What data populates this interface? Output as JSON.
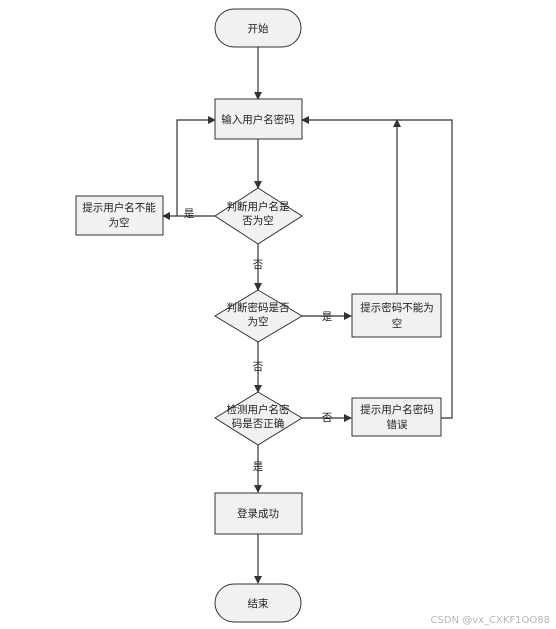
{
  "nodes": {
    "start": "开始",
    "input": "输入用户名密码",
    "check_username": [
      "判断用户名是",
      "否为空"
    ],
    "prompt_username_empty": [
      "提示用户名不能",
      "为空"
    ],
    "check_password": [
      "判断密码是否",
      "为空"
    ],
    "prompt_password_empty": [
      "提示密码不能为",
      "空"
    ],
    "verify": [
      "检测用户名密",
      "码是否正确"
    ],
    "prompt_error": [
      "提示用户名密码",
      "错误"
    ],
    "success": "登录成功",
    "end": "结束"
  },
  "edge_labels": {
    "username_yes": "是",
    "username_no": "否",
    "password_yes": "是",
    "password_no": "否",
    "verify_no": "否",
    "verify_yes": "是"
  },
  "watermark": "CSDN @vx_CXKF1OO88"
}
